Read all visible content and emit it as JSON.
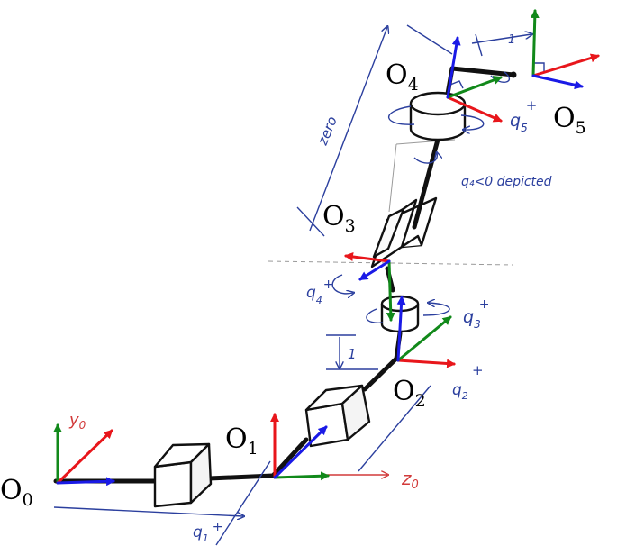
{
  "frames": {
    "o0": "O",
    "o0_sub": "0",
    "o1": "O",
    "o1_sub": "1",
    "o2": "O",
    "o2_sub": "2",
    "o3": "O",
    "o3_sub": "3",
    "o4": "O",
    "o4_sub": "4",
    "o5": "O",
    "o5_sub": "5"
  },
  "annotations": {
    "y0": "y",
    "y0_sub": "0",
    "z0": "z",
    "z0_sub": "0",
    "q1": "q",
    "q1_sub": "1",
    "q1_plus": "+",
    "q2": "q",
    "q2_sub": "2",
    "q2_plus": "+",
    "q3": "q",
    "q3_sub": "3",
    "q3_plus": "+",
    "q4": "q",
    "q4_sub": "4",
    "q4_plus": "+",
    "q5": "q",
    "q5_sub": "5",
    "q5_plus": "+",
    "zero": "zero",
    "q4_depicted": "q₄<0 depicted",
    "one_a": "1",
    "one_b": "1"
  },
  "colors": {
    "x_axis": "#e8161b",
    "y_axis": "#11891a",
    "z_axis": "#1a1ae6",
    "ink": "#111111",
    "pen_blue": "#2b3f9e",
    "pen_red": "#d23a3a",
    "guide": "#9a9a9a"
  }
}
